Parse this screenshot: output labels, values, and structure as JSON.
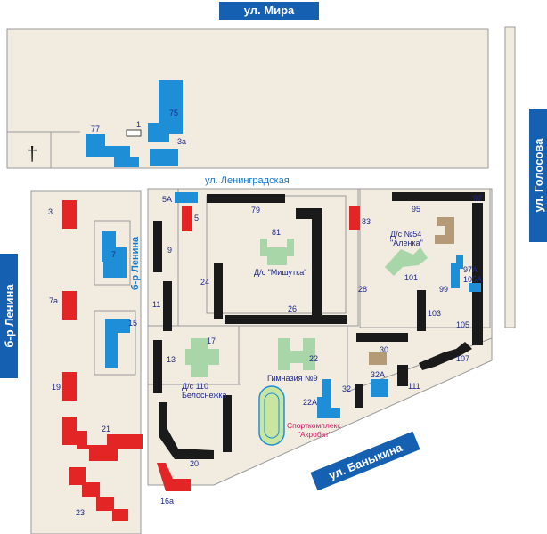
{
  "streets": {
    "mira": "ул.  Мира",
    "golosova": "ул. Голосова",
    "lenina_left": "б-р Ленина",
    "lenina_inner": "б-р Ленина",
    "leningradskaya": "ул. Ленинградская",
    "banykina": "ул. Баныкина"
  },
  "buildings": {
    "b3": "3",
    "b3a": "3а",
    "b5": "5",
    "b5A": "5А",
    "b7": "7",
    "b7a": "7а",
    "b9": "9",
    "b11": "11",
    "b13": "13",
    "b15": "15",
    "b16a": "16а",
    "b17": "17",
    "b19": "19",
    "b20": "20",
    "b21": "21",
    "b22": "22",
    "b22A": "22А",
    "b23": "23",
    "b24": "24",
    "b26": "26",
    "b28": "28",
    "b30": "30",
    "b32": "32",
    "b32A": "32А",
    "b75": "75",
    "b77": "77",
    "b79": "79",
    "b81": "81",
    "b83": "83",
    "b95": "95",
    "b97": "97",
    "b97A": "97А",
    "b99": "99",
    "b101": "101",
    "b103": "103",
    "b105": "105",
    "b105A": "105А",
    "b107": "107",
    "b111": "111",
    "b1": "1"
  },
  "facilities": {
    "ds_mishutka": "Д/с \"Мишутка\"",
    "ds54": "Д/с №54",
    "ds54_name": "\"Аленка\"",
    "ds110": "Д/с 110",
    "ds110_name": "Белоснежка",
    "gymnasium": "Гимназия №9",
    "sport1": "Спорткомплекс",
    "sport2": "\"Акробат\"",
    "church_symbol": "†"
  },
  "colors": {
    "residential": "#1a1a1a",
    "school": "#e32526",
    "public": "#1e8fd6",
    "kindergarten": "#a9d6a9",
    "service": "#b59a78",
    "banner": "#1560b0",
    "block": "#f1ebe0",
    "stadium": "#c8e6a0"
  }
}
